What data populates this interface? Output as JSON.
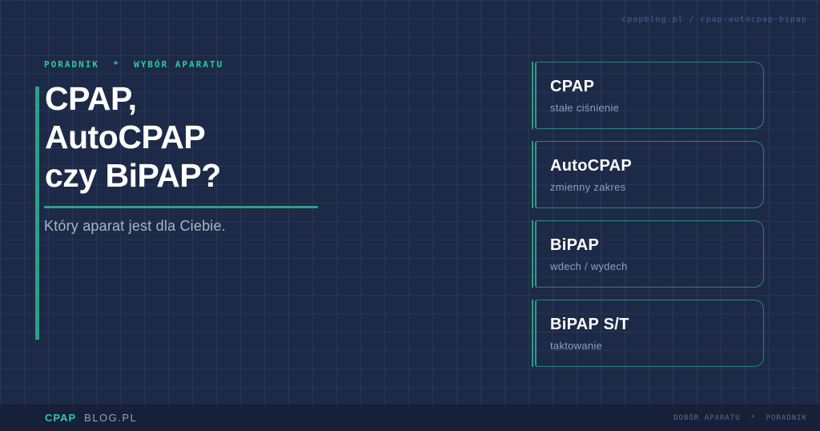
{
  "page": {
    "slug": "cpapblog.pl / cpap-autocpap-bipap"
  },
  "hero": {
    "eyebrow": "PORADNIK  *  WYBÓR APARATU",
    "title_lines": [
      "CPAP,",
      "AutoCPAP",
      "czy BiPAP?"
    ],
    "subtitle": "Który aparat jest dla Ciebie."
  },
  "cards": [
    {
      "title": "CPAP",
      "subtitle": "stałe ciśnienie"
    },
    {
      "title": "AutoCPAP",
      "subtitle": "zmienny zakres"
    },
    {
      "title": "BiPAP",
      "subtitle": "wdech / wydech"
    },
    {
      "title": "BiPAP S/T",
      "subtitle": "taktowanie"
    }
  ],
  "footer": {
    "brand_primary": "CPAP",
    "brand_secondary": "BLOG.PL",
    "meta": "DOBÓR APARATU  *  PORADNIK"
  },
  "colors": {
    "background": "#1c2a47",
    "grid_line": "#2a3a5c",
    "accent_teal": "#2e9e88",
    "bright_teal": "#2cc9a9",
    "card_border": "#2b8473",
    "title_white": "#ffffff",
    "subtitle_gray": "#a6b6ca",
    "muted_slate": "#4c608a",
    "footer_background": "#171f39"
  }
}
